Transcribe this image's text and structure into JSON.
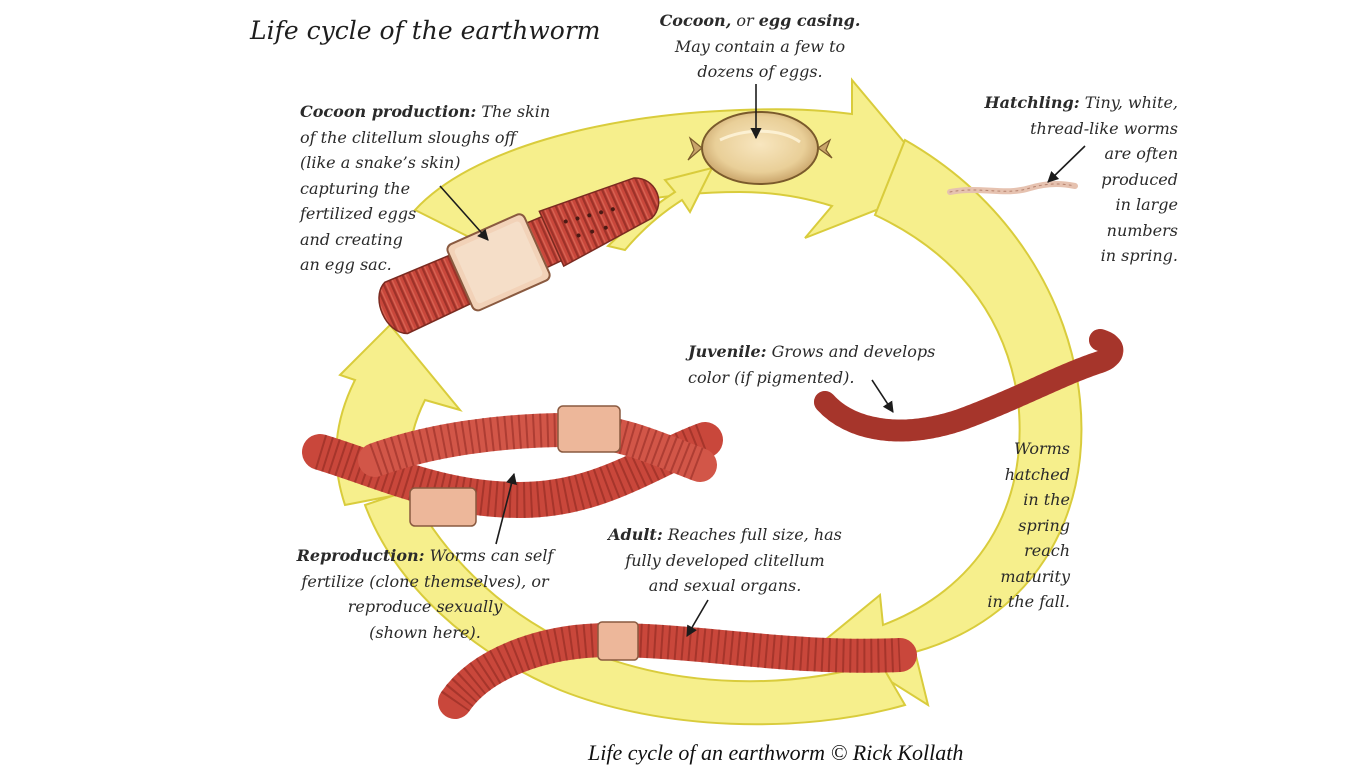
{
  "title": "Life cycle of the earthworm",
  "credit": "Life cycle of an earthworm © Rick Kollath",
  "colors": {
    "arrow_fill": "#f6ef8c",
    "arrow_edge": "#d9cc3c",
    "worm_body": "#c9473b",
    "worm_ring": "#8f2a22",
    "clitellum": "#edb79a",
    "cocoon": "#edd4a0",
    "text": "#222222"
  },
  "stages": {
    "cocoon": {
      "heading": "Cocoon,",
      "line1_rest": " or ",
      "line1_bold2": "egg casing.",
      "lines": [
        "May contain a few to",
        "dozens of eggs."
      ]
    },
    "cocoon_production": {
      "heading": "Cocoon production:",
      "line1_rest": " The skin",
      "lines": [
        "of the clitellum sloughs off",
        "(like a snake’s skin)",
        "capturing the",
        "fertilized eggs",
        "and creating",
        "an egg sac."
      ]
    },
    "hatchling": {
      "heading": "Hatchling:",
      "line1_rest": " Tiny, white,",
      "lines": [
        "thread-like worms",
        "are often",
        "produced",
        "in large",
        "numbers",
        "in spring."
      ]
    },
    "juvenile": {
      "heading": "Juvenile:",
      "line1_rest": " Grows and develops",
      "lines": [
        "color (if pigmented)."
      ]
    },
    "maturity_note": {
      "lines": [
        "Worms",
        "hatched",
        "in the",
        "spring",
        "reach",
        "maturity",
        "in the fall."
      ]
    },
    "adult": {
      "heading": "Adult:",
      "line1_rest": " Reaches full size, has",
      "lines": [
        "fully developed clitellum",
        "and sexual organs."
      ]
    },
    "reproduction": {
      "heading": "Reproduction:",
      "line1_rest": " Worms can self",
      "lines": [
        "fertilize (clone themselves), or",
        "reproduce sexually",
        "(shown here)."
      ]
    }
  }
}
